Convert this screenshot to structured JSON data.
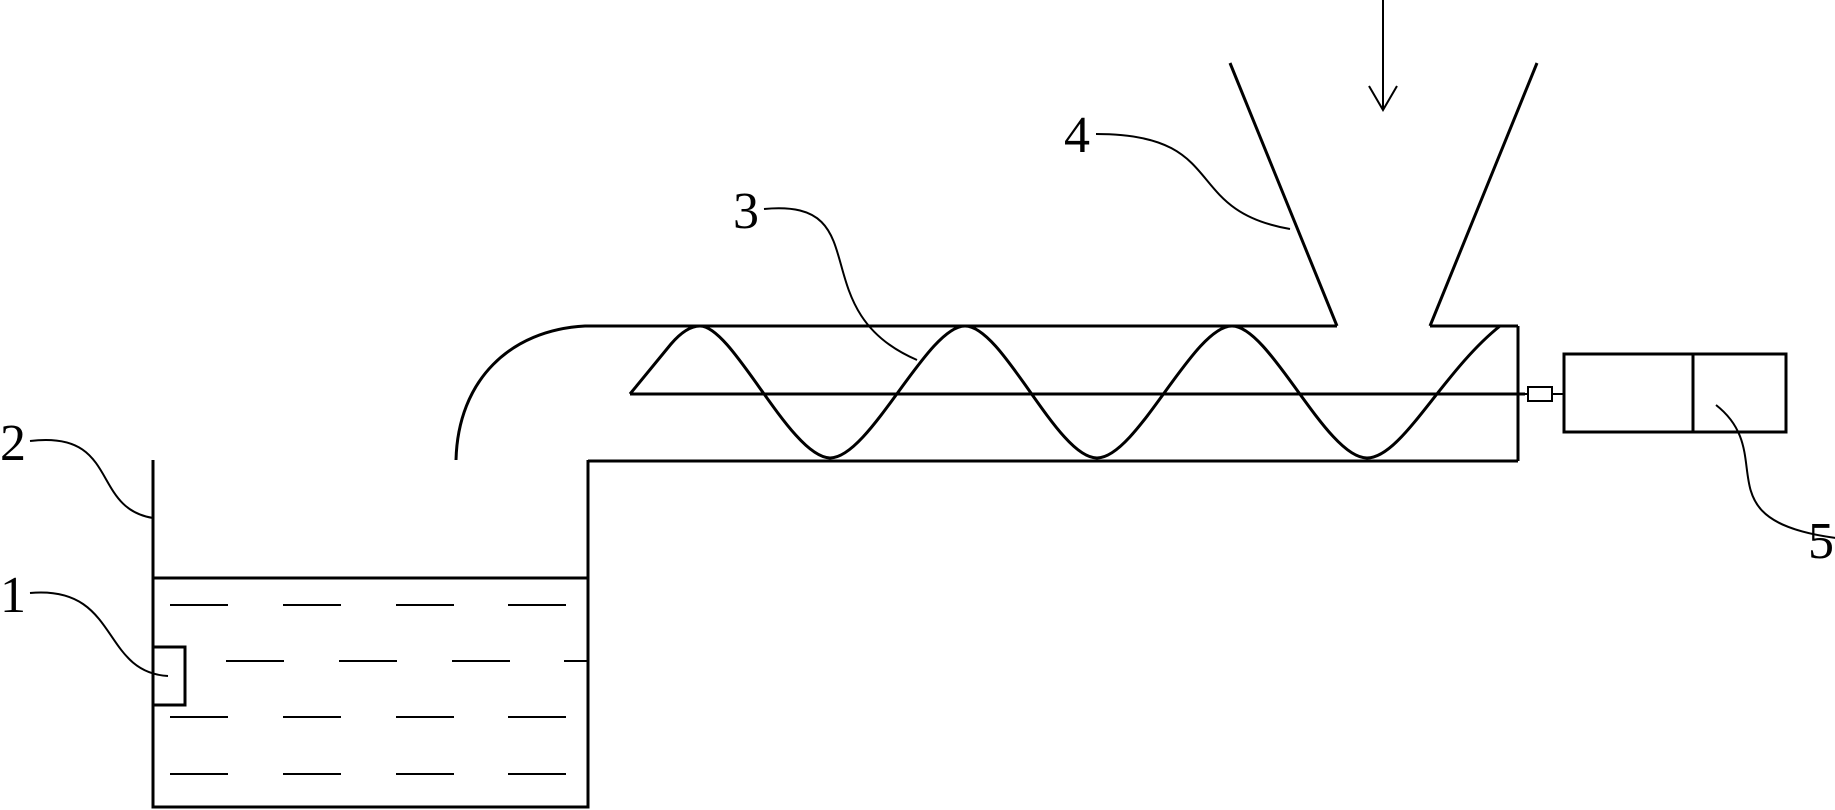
{
  "labels": {
    "tank_heater": "1",
    "tank": "2",
    "screw": "3",
    "hopper": "4",
    "motor": "5"
  },
  "icons": {
    "feed_direction": "arrow-down-icon"
  }
}
